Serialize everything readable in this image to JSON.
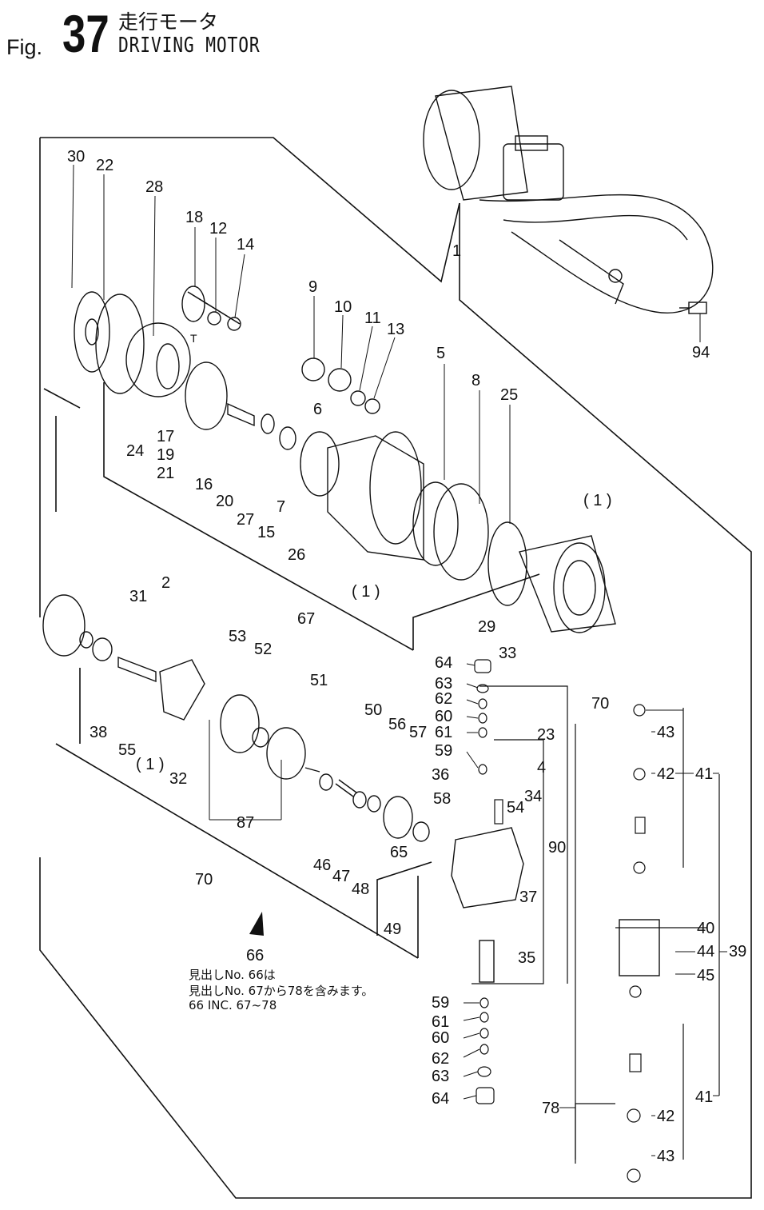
{
  "header": {
    "fig_prefix": "Fig.",
    "fig_number": "37",
    "title_jp": "走行モータ",
    "title_en": "DRIVING MOTOR"
  },
  "note": {
    "ref_number": "66",
    "line_1": "見出しNo. 66は",
    "line_2": "見出しNo. 67から78を含みます。",
    "line_3": "66 INC. 67~78"
  },
  "callouts": [
    {
      "id": "c30",
      "text": "30"
    },
    {
      "id": "c22",
      "text": "22"
    },
    {
      "id": "c28",
      "text": "28"
    },
    {
      "id": "c18",
      "text": "18"
    },
    {
      "id": "c12",
      "text": "12"
    },
    {
      "id": "c14",
      "text": "14"
    },
    {
      "id": "c9",
      "text": "9"
    },
    {
      "id": "c10",
      "text": "10"
    },
    {
      "id": "c11",
      "text": "11"
    },
    {
      "id": "c13",
      "text": "13"
    },
    {
      "id": "c5",
      "text": "5"
    },
    {
      "id": "c8",
      "text": "8"
    },
    {
      "id": "c25",
      "text": "25"
    },
    {
      "id": "c1top",
      "text": "1"
    },
    {
      "id": "c94",
      "text": "94"
    },
    {
      "id": "cT",
      "text": "T"
    },
    {
      "id": "c24",
      "text": "24"
    },
    {
      "id": "c17",
      "text": "17"
    },
    {
      "id": "c19",
      "text": "19"
    },
    {
      "id": "c21",
      "text": "21"
    },
    {
      "id": "c16",
      "text": "16"
    },
    {
      "id": "c20",
      "text": "20"
    },
    {
      "id": "c27",
      "text": "27"
    },
    {
      "id": "c15",
      "text": "15"
    },
    {
      "id": "c7",
      "text": "7"
    },
    {
      "id": "c6",
      "text": "6"
    },
    {
      "id": "c26",
      "text": "26"
    },
    {
      "id": "c1a",
      "text": "( 1 )"
    },
    {
      "id": "c1b",
      "text": "( 1 )"
    },
    {
      "id": "c67",
      "text": "67"
    },
    {
      "id": "c2",
      "text": "2"
    },
    {
      "id": "c31",
      "text": "31"
    },
    {
      "id": "c53",
      "text": "53"
    },
    {
      "id": "c52",
      "text": "52"
    },
    {
      "id": "c51",
      "text": "51"
    },
    {
      "id": "c29",
      "text": "29"
    },
    {
      "id": "c33",
      "text": "33"
    },
    {
      "id": "c64a",
      "text": "64"
    },
    {
      "id": "c63a",
      "text": "63"
    },
    {
      "id": "c62a",
      "text": "62"
    },
    {
      "id": "c60a",
      "text": "60"
    },
    {
      "id": "c61a",
      "text": "61"
    },
    {
      "id": "c59a",
      "text": "59"
    },
    {
      "id": "c36",
      "text": "36"
    },
    {
      "id": "c58",
      "text": "58"
    },
    {
      "id": "c65",
      "text": "65"
    },
    {
      "id": "c70a",
      "text": "70"
    },
    {
      "id": "c23",
      "text": "23"
    },
    {
      "id": "c4",
      "text": "4"
    },
    {
      "id": "c54",
      "text": "54"
    },
    {
      "id": "c34",
      "text": "34"
    },
    {
      "id": "c90",
      "text": "90"
    },
    {
      "id": "c38",
      "text": "38"
    },
    {
      "id": "c55",
      "text": "55"
    },
    {
      "id": "c1c",
      "text": "( 1 )"
    },
    {
      "id": "c32",
      "text": "32"
    },
    {
      "id": "c87",
      "text": "87"
    },
    {
      "id": "c50",
      "text": "50"
    },
    {
      "id": "c56",
      "text": "56"
    },
    {
      "id": "c57",
      "text": "57"
    },
    {
      "id": "c46",
      "text": "46"
    },
    {
      "id": "c47",
      "text": "47"
    },
    {
      "id": "c48",
      "text": "48"
    },
    {
      "id": "c70b",
      "text": "70"
    },
    {
      "id": "c49",
      "text": "49"
    },
    {
      "id": "c37",
      "text": "37"
    },
    {
      "id": "c35",
      "text": "35"
    },
    {
      "id": "c43a",
      "text": "43"
    },
    {
      "id": "c42a",
      "text": "42"
    },
    {
      "id": "c41a",
      "text": "41"
    },
    {
      "id": "c40",
      "text": "40"
    },
    {
      "id": "c44",
      "text": "44"
    },
    {
      "id": "c39",
      "text": "39"
    },
    {
      "id": "c45",
      "text": "45"
    },
    {
      "id": "c59b",
      "text": "59"
    },
    {
      "id": "c61b",
      "text": "61"
    },
    {
      "id": "c60b",
      "text": "60"
    },
    {
      "id": "c62b",
      "text": "62"
    },
    {
      "id": "c63b",
      "text": "63"
    },
    {
      "id": "c64b",
      "text": "64"
    },
    {
      "id": "c78",
      "text": "78"
    },
    {
      "id": "c41b",
      "text": "41"
    },
    {
      "id": "c42b",
      "text": "42"
    },
    {
      "id": "c43b",
      "text": "43"
    }
  ]
}
